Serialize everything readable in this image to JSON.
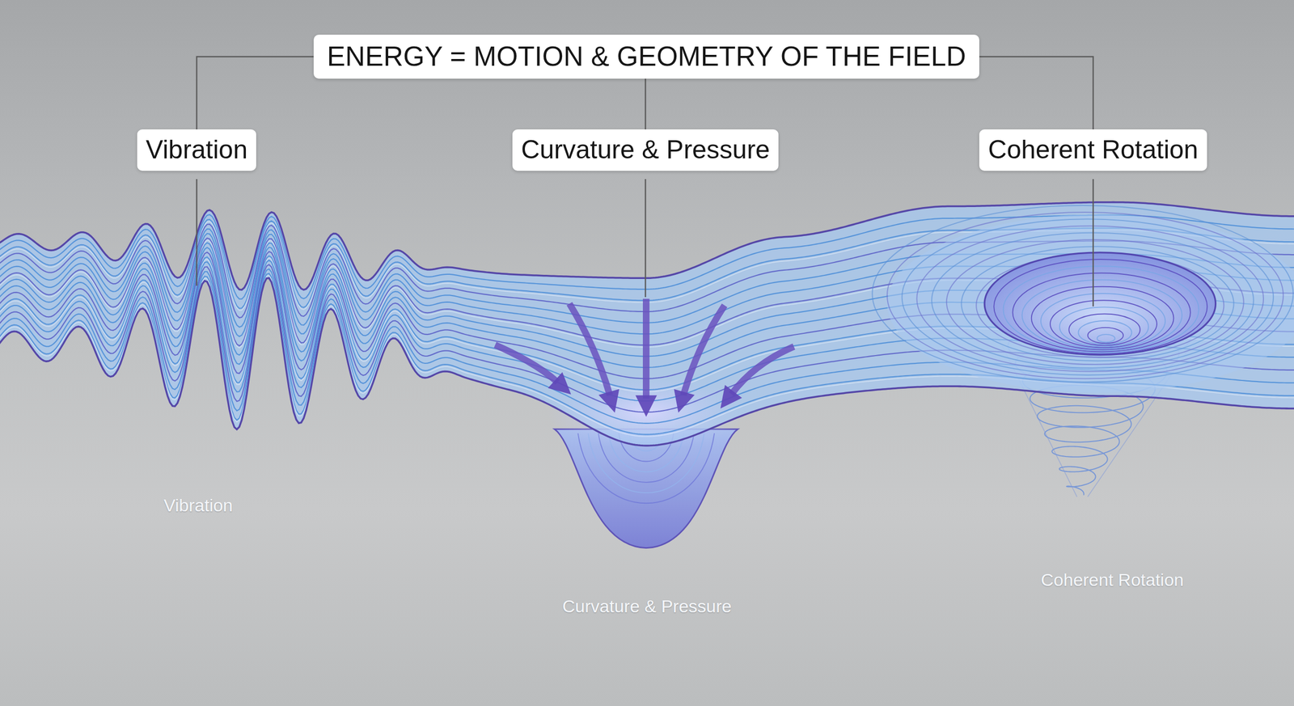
{
  "diagram": {
    "nodes": [
      {
        "text": [
          "ENERGY = MOTION & GEOMETRY OF THE FIELD"
        ]
      },
      {
        "text": [
          "Vibration"
        ]
      },
      {
        "text": [
          "Curvature & Pressure"
        ]
      },
      {
        "text": [
          "Coherent Rotation"
        ]
      }
    ],
    "edges": [
      {
        "from": 0,
        "to": 1,
        "arrow": "none"
      },
      {
        "from": 0,
        "to": 2,
        "arrow": "none"
      },
      {
        "from": 0,
        "to": 3,
        "arrow": "none"
      }
    ],
    "labels": [
      "Vibration",
      "Curvature & Pressure",
      "Coherent Rotation"
    ]
  }
}
